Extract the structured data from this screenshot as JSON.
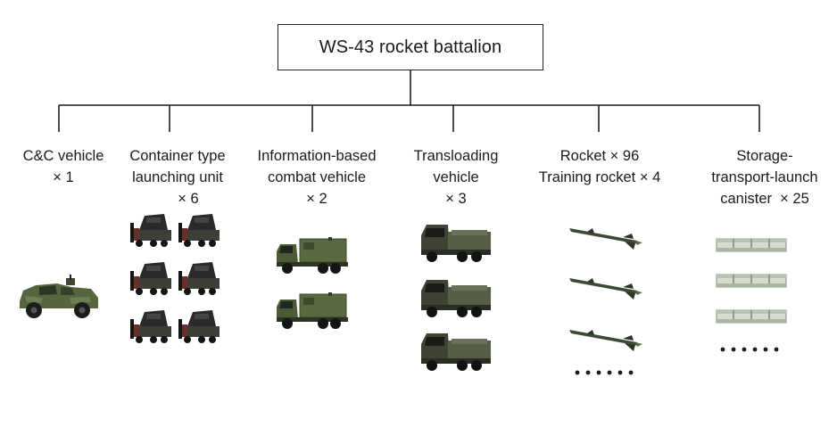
{
  "root": {
    "title": "WS-43 rocket battalion"
  },
  "units": [
    {
      "id": "cc",
      "lines": [
        "C&C vehicle",
        "× 1"
      ],
      "icon": "armored-car-icon"
    },
    {
      "id": "launcher",
      "lines": [
        "Container type",
        "launching unit",
        "× 6"
      ],
      "icon": "launcher-truck-icon"
    },
    {
      "id": "combat",
      "lines": [
        "Information-based",
        "combat vehicle",
        "× 2"
      ],
      "icon": "shelter-truck-icon"
    },
    {
      "id": "transload",
      "lines": [
        "Transloading",
        "vehicle",
        "× 3"
      ],
      "icon": "transloader-truck-icon"
    },
    {
      "id": "rocket",
      "lines": [
        "Rocket × 96",
        "Training rocket × 4"
      ],
      "icon": "rocket-icon"
    },
    {
      "id": "canister",
      "lines": [
        "Storage-",
        "transport-launch",
        "canister  × 25"
      ],
      "icon": "canister-icon"
    }
  ],
  "colors": {
    "line": "#1f1f1f",
    "vehicle": "#4b5a3a",
    "vehicle_dark": "#2f3a26",
    "rocket": "#3c4a34",
    "canister": "#cfd6c8"
  }
}
